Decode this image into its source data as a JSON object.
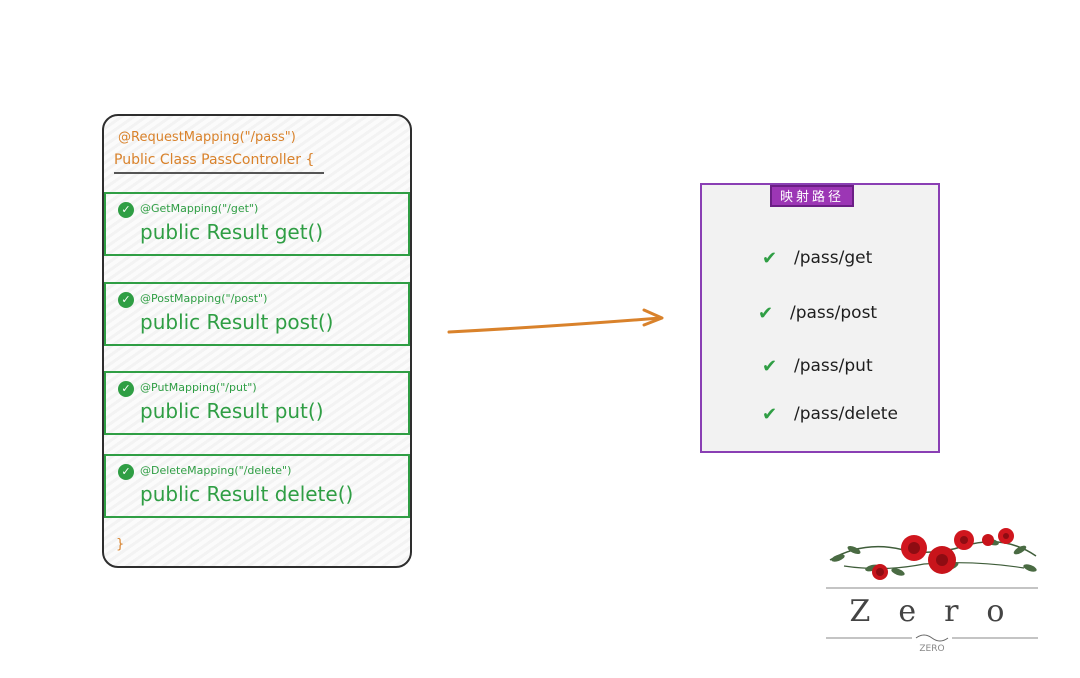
{
  "controller": {
    "annotation": "@RequestMapping(\"/pass\")",
    "declaration": "Public Class PassController {",
    "closing": "}",
    "methods": [
      {
        "mapping": "@GetMapping(\"/get\")",
        "signature": "public Result get()"
      },
      {
        "mapping": "@PostMapping(\"/post\")",
        "signature": "public Result post()"
      },
      {
        "mapping": "@PutMapping(\"/put\")",
        "signature": "public Result put()"
      },
      {
        "mapping": "@DeleteMapping(\"/delete\")",
        "signature": "public Result delete()"
      }
    ]
  },
  "paths_panel": {
    "title": "映射路径",
    "paths": [
      "/pass/get",
      "/pass/post",
      "/pass/put",
      "/pass/delete"
    ]
  },
  "logo": {
    "word": "Zero",
    "sub": "ZERO"
  },
  "colors": {
    "annotation": "#d9822b",
    "method": "#2f9e44",
    "panel_border": "#8a3fb4",
    "panel_title_bg": "#9c36b5",
    "arrow": "#d9822b"
  }
}
